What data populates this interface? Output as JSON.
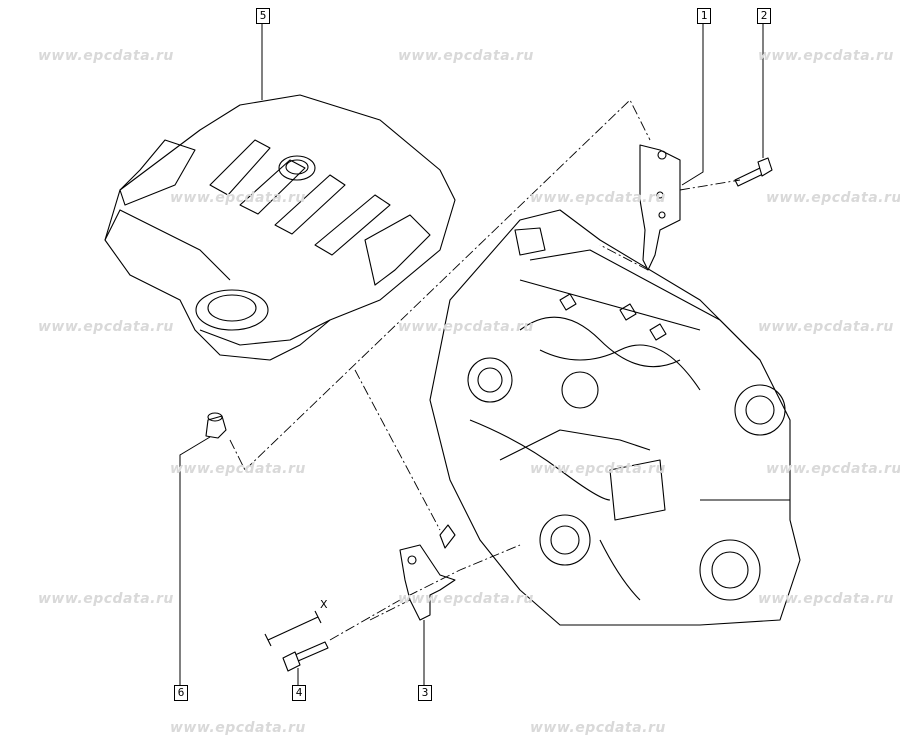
{
  "watermark": "www.epcdata.ru",
  "callouts": {
    "c1": "1",
    "c2": "2",
    "c3": "3",
    "c4": "4",
    "c5": "5",
    "c6": "6"
  },
  "dimension_label": "X",
  "colors": {
    "line": "#000000",
    "watermark": "#d9d9d9"
  }
}
